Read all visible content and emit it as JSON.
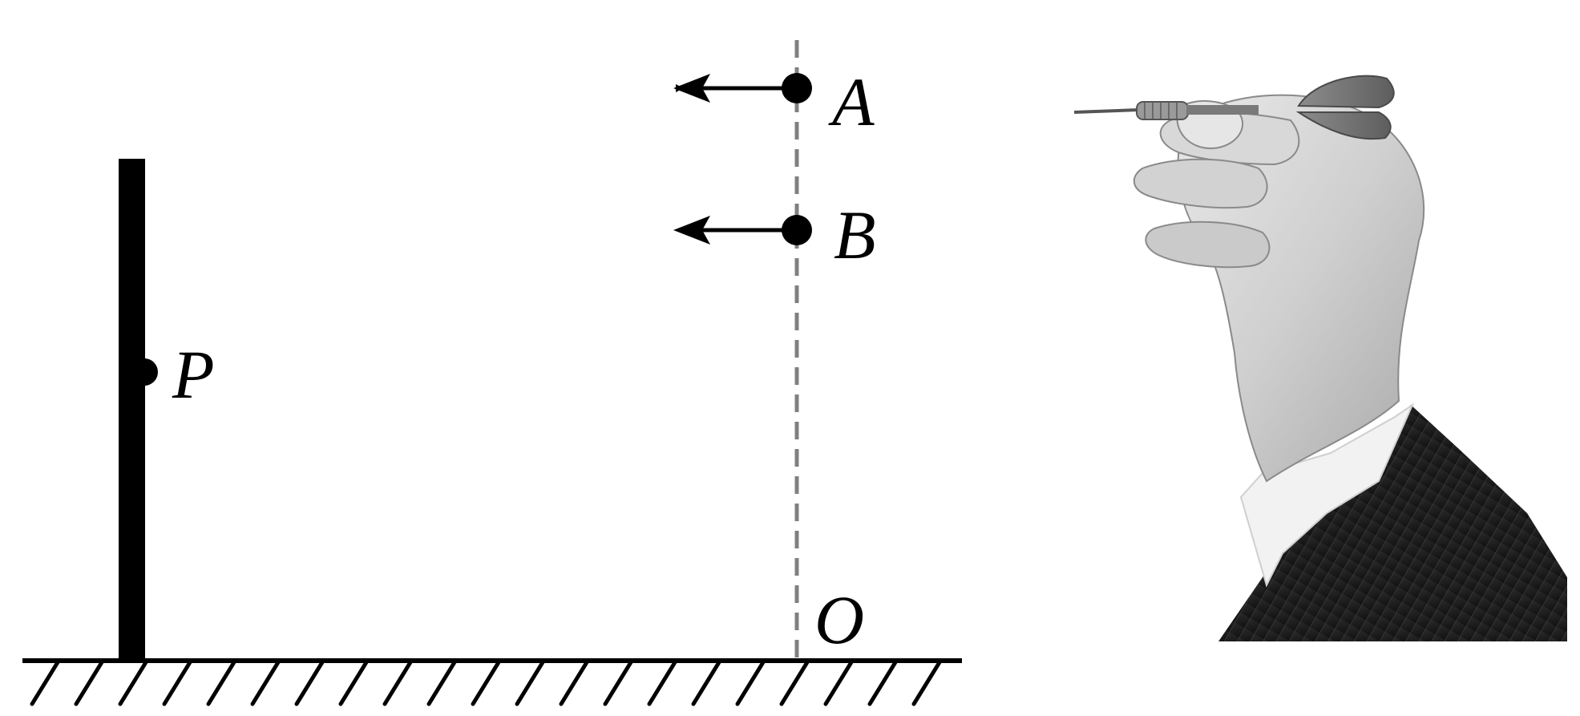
{
  "diagram": {
    "labels": {
      "point_a": "A",
      "point_b": "B",
      "point_p": "P",
      "origin": "O"
    },
    "colors": {
      "ink": "#000000",
      "dashed_line": "#808080",
      "background": "#ffffff"
    },
    "icons": {
      "hand": "hand-holding-dart-icon",
      "dart": "dart-icon",
      "arrow": "left-arrow-icon"
    }
  }
}
